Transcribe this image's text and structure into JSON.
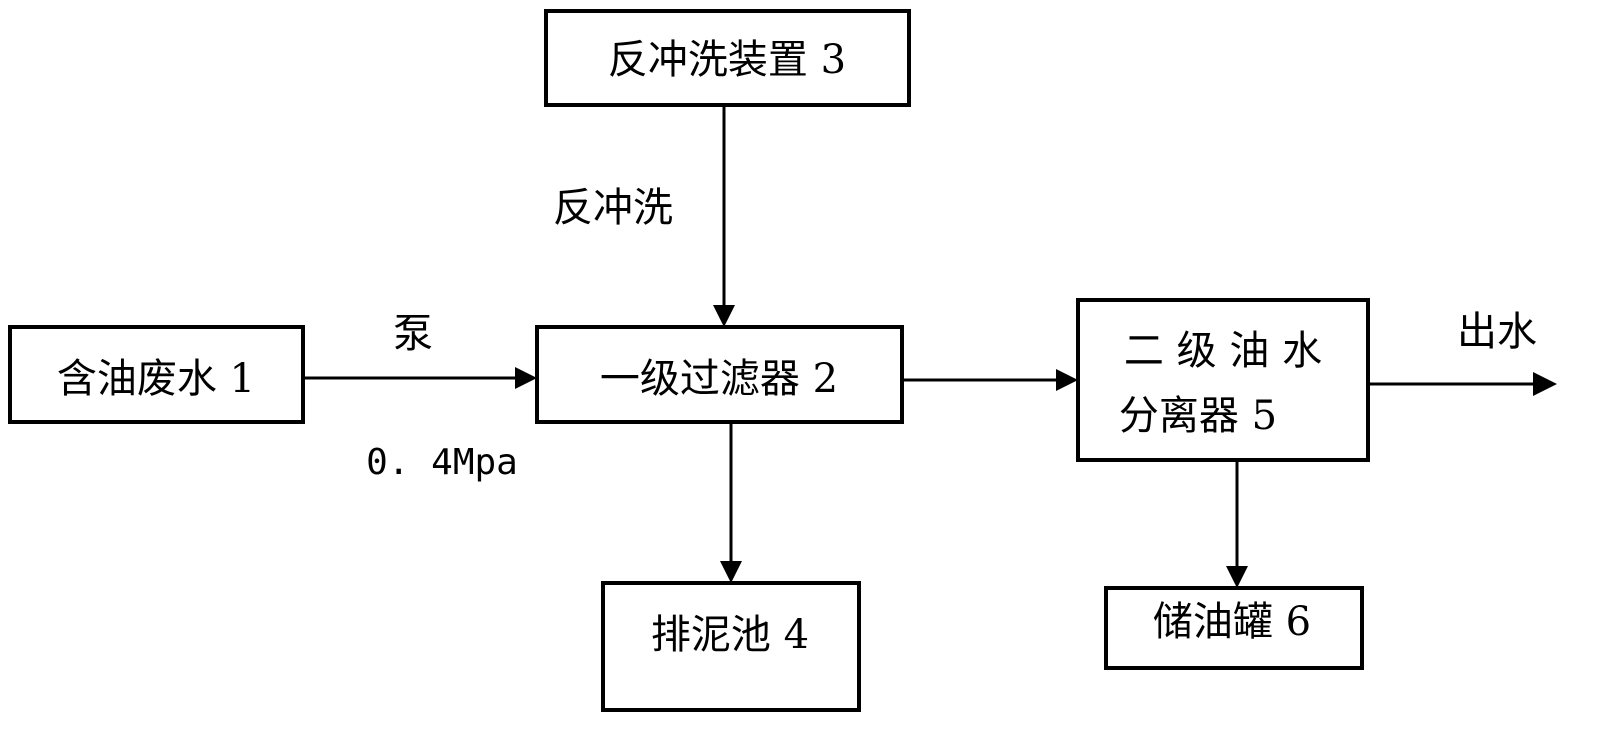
{
  "nodes": {
    "oily_wastewater": "含油废水 1",
    "primary_filter": "一级过滤器 2",
    "backwash_device": "反冲洗装置 3",
    "sludge_pond": "排泥池 4",
    "separator_line1": "二 级 油 水",
    "separator_line2": "分离器 5",
    "oil_tank": "储油罐 6"
  },
  "labels": {
    "pump": "泵",
    "pressure": "0. 4Mpa",
    "backwash": "反冲洗",
    "water_out": "出水"
  }
}
